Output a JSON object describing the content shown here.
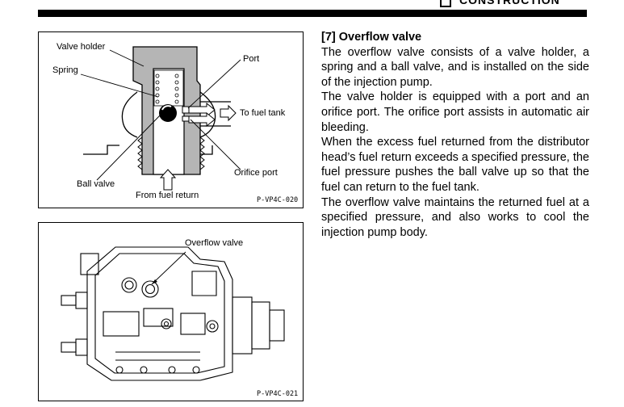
{
  "header": {
    "section": "CONSTRUCTION",
    "icon": "construction-icon"
  },
  "figure1": {
    "labels": {
      "valve_holder": "Valve holder",
      "spring": "Spring",
      "port": "Port",
      "to_fuel_tank": "To fuel tank",
      "ball_valve": "Ball valve",
      "orifice_port": "Orifice port",
      "from_fuel_return": "From fuel return"
    },
    "code": "P-VP4C-020"
  },
  "figure2": {
    "labels": {
      "overflow_valve": "Overflow valve"
    },
    "code": "P-VP4C-021"
  },
  "article": {
    "heading": "[7] Overflow valve",
    "paragraphs": [
      "The overflow valve consists of a valve holder, a spring and a ball valve, and is installed on the side of the injection pump.",
      "The valve holder is equipped with a port and an orifice port. The orifice port assists in automatic air bleeding.",
      "When the excess fuel returned from the distributor head’s fuel return exceeds a specified pressure, the fuel pressure pushes the ball valve up so that the fuel can return to the fuel tank.",
      "The overflow valve maintains the returned fuel at a specified pressure, and also works to cool the injection pump body."
    ]
  }
}
